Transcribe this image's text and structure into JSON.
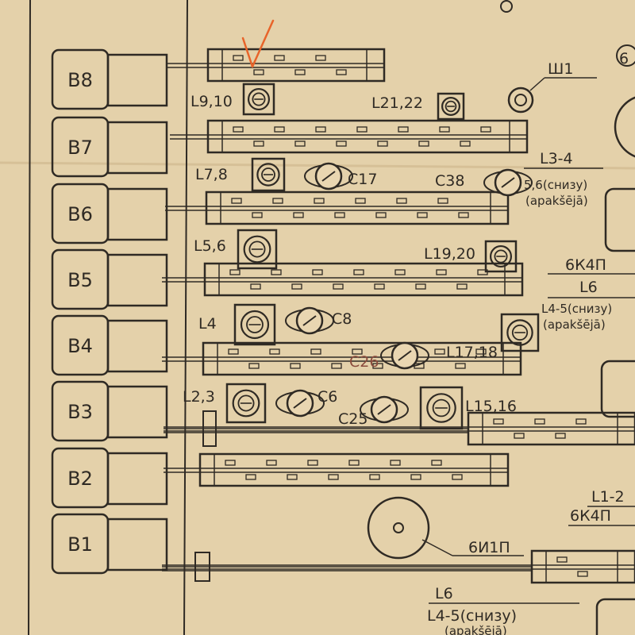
{
  "colors": {
    "paper": "#e9d6b1",
    "ink": "#2f2a24",
    "mark": "#e8642a"
  },
  "switches": [
    "B8",
    "B7",
    "B6",
    "B5",
    "B4",
    "B3",
    "B2",
    "B1"
  ],
  "labels": {
    "sh1": "Ш1",
    "l3_4": "L3-4",
    "l5_6_below": "5,6(снизу)",
    "l5_6_below_lv": "(apakšējā)",
    "tube_6k4p": "6К4П",
    "l6": "L6",
    "l4_5_below": "L4-5(снизу)",
    "l4_5_below_lv": "(apakšējā)",
    "l1_2": "L1-2",
    "tube_6k4p_2": "6К4П",
    "tube_6i1p": "6И1П",
    "l6_bottom": "L6",
    "l4_5_bottom": "L4-5(снизу)",
    "l4_5_bottom_lv": "(apakšējā)",
    "b6_edge": "6"
  },
  "coils": [
    {
      "id": "l9_10",
      "label": "L9,10"
    },
    {
      "id": "l21_22",
      "label": "L21,22"
    },
    {
      "id": "l7_8",
      "label": "L7,8"
    },
    {
      "id": "l5_6",
      "label": "L5,6"
    },
    {
      "id": "l19_20",
      "label": "L19,20"
    },
    {
      "id": "l4",
      "label": "L4"
    },
    {
      "id": "l17_18",
      "label": "L17,18"
    },
    {
      "id": "l2_3",
      "label": "L2,3"
    },
    {
      "id": "l15_16",
      "label": "L15,16"
    }
  ],
  "capacitors": [
    {
      "id": "c17",
      "label": "C17"
    },
    {
      "id": "c38",
      "label": "C38"
    },
    {
      "id": "c8",
      "label": "C8"
    },
    {
      "id": "c26",
      "label": "C26"
    },
    {
      "id": "c6",
      "label": "C6"
    },
    {
      "id": "c25",
      "label": "C25"
    }
  ]
}
